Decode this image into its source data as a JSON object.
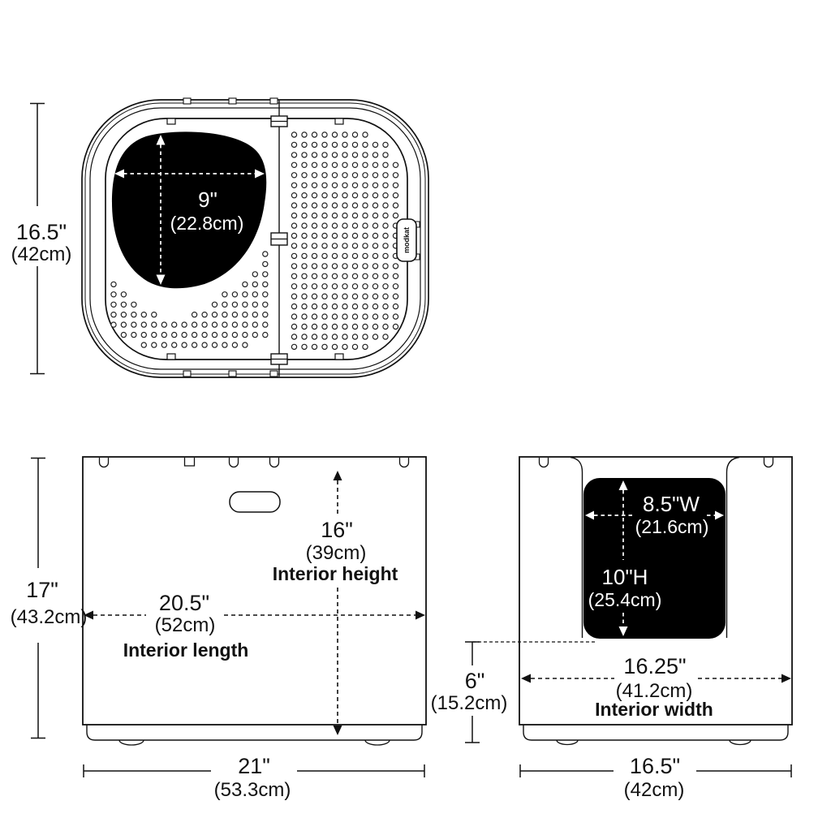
{
  "meta": {
    "description": "Litter box dimensions diagram with three views (top, side, front)",
    "ink_color": "#111111",
    "paper_color": "#ffffff",
    "opening_fill": "#000000",
    "dash_color_on_black": "#ffffff"
  },
  "top_view": {
    "overall_height": {
      "inches": "16.5\"",
      "cm": "(42cm)"
    },
    "opening_diameter": {
      "inches": "9\"",
      "cm": "(22.8cm)"
    },
    "logo": "modkat"
  },
  "side_view": {
    "overall_height": {
      "inches": "17\"",
      "cm": "(43.2cm)"
    },
    "interior_height": {
      "inches": "16\"",
      "cm": "(39cm)",
      "label": "Interior height"
    },
    "interior_length": {
      "inches": "20.5\"",
      "cm": "(52cm)",
      "label": "Interior length"
    },
    "overall_length": {
      "inches": "21\"",
      "cm": "(53.3cm)"
    }
  },
  "front_view": {
    "opening_width": {
      "inches": "8.5\"W",
      "cm": "(21.6cm)"
    },
    "opening_height": {
      "inches": "10\"H",
      "cm": "(25.4cm)"
    },
    "entry_height": {
      "inches": "6\"",
      "cm": "(15.2cm)"
    },
    "interior_width": {
      "inches": "16.25\"",
      "cm": "(41.2cm)",
      "label": "Interior width"
    },
    "overall_width": {
      "inches": "16.5\"",
      "cm": "(42cm)"
    }
  }
}
